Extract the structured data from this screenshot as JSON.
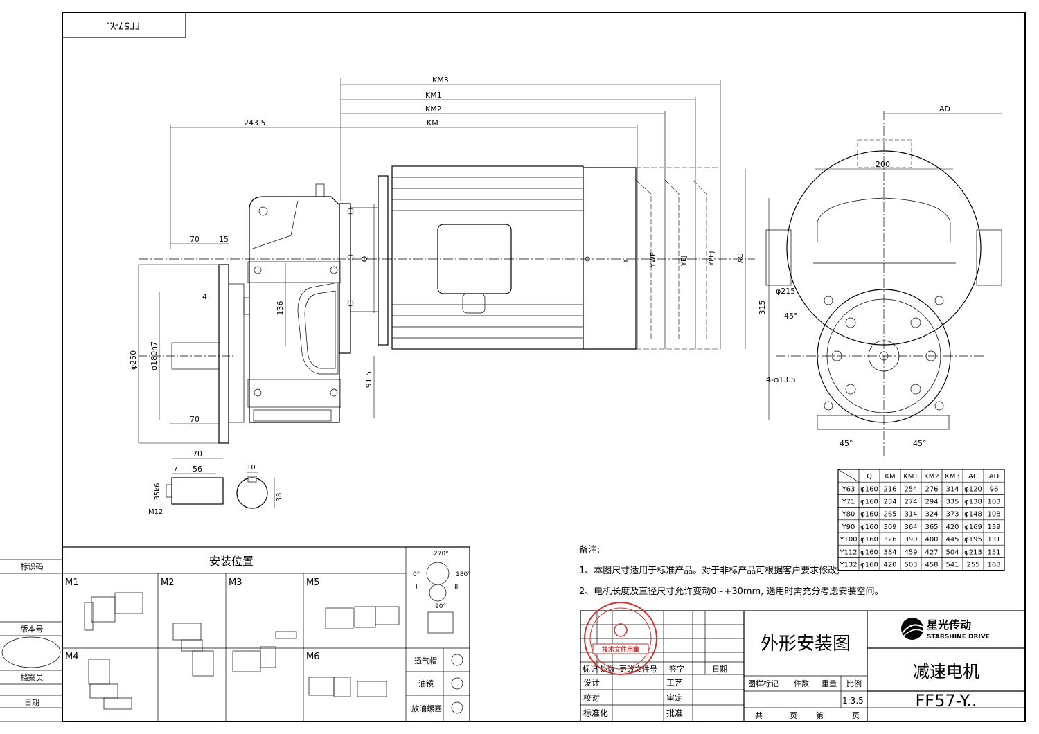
{
  "title_block": {
    "drawing_name": "外形安装图",
    "product_name": "减速电机",
    "model": "FF57-Y..",
    "scale": "1:3.5",
    "brand": "星光传动",
    "brand_en": "STARSHINE DRIVE",
    "header_labels": [
      "标记",
      "处数",
      "更改文件号",
      "签字",
      "日期"
    ],
    "row_labels": [
      "设计",
      "工艺",
      "校对",
      "审定",
      "标准化",
      "批准"
    ],
    "info_labels": [
      "图样标记",
      "件数",
      "重量",
      "比例"
    ],
    "page_labels": [
      "共",
      "页",
      "第",
      "页"
    ],
    "stamp_text": "技术文件用章"
  },
  "corner_label": "FF57-Y..",
  "side_labels": [
    "标识码",
    "版本号",
    "档案员",
    "日期"
  ],
  "mounting": {
    "title": "安装位置",
    "positions": [
      "M1",
      "M2",
      "M3",
      "M4",
      "M5",
      "M6"
    ],
    "angles": [
      "270°",
      "0°",
      "180°",
      "90°",
      "I",
      "II"
    ],
    "accessories": [
      "透气帽",
      "油镜",
      "放油螺塞"
    ]
  },
  "notes": {
    "heading": "备注:",
    "items": [
      "1、本图尺寸适用于标准产品。对于非标产品可根据客户要求修改;",
      "2、电机长度及直径尺寸允许变动0~+30mm, 选用时需充分考虑安装空间。"
    ]
  },
  "dimensions": {
    "top": [
      "KM3",
      "KM1",
      "KM2",
      "KM",
      "243.5"
    ],
    "left": [
      "70",
      "15",
      "4",
      "φ250",
      "φ180h7",
      "70"
    ],
    "center": [
      "136",
      "Q",
      "91.5"
    ],
    "motor": [
      "Y",
      "YWF",
      "YEJ",
      "YPEJ",
      "AC"
    ],
    "right": [
      "AD",
      "200",
      "315",
      "φ215",
      "45°",
      "4-φ13.5",
      "45°",
      "45°"
    ],
    "shaft": [
      "70",
      "7",
      "56",
      "35k6",
      "M12",
      "10",
      "38"
    ]
  },
  "table": {
    "headers": [
      "",
      "Q",
      "KM",
      "KM1",
      "KM2",
      "KM3",
      "AC",
      "AD"
    ],
    "rows": [
      [
        "Y63",
        "φ160",
        "216",
        "254",
        "276",
        "314",
        "φ120",
        "96"
      ],
      [
        "Y71",
        "φ160",
        "234",
        "274",
        "294",
        "335",
        "φ138",
        "103"
      ],
      [
        "Y80",
        "φ160",
        "265",
        "314",
        "324",
        "373",
        "φ148",
        "108"
      ],
      [
        "Y90",
        "φ160",
        "309",
        "364",
        "365",
        "420",
        "φ169",
        "139"
      ],
      [
        "Y100",
        "φ160",
        "326",
        "390",
        "400",
        "445",
        "φ195",
        "131"
      ],
      [
        "Y112",
        "φ160",
        "384",
        "459",
        "427",
        "504",
        "φ213",
        "151"
      ],
      [
        "Y132",
        "φ160",
        "420",
        "503",
        "458",
        "541",
        "255",
        "168"
      ]
    ]
  }
}
